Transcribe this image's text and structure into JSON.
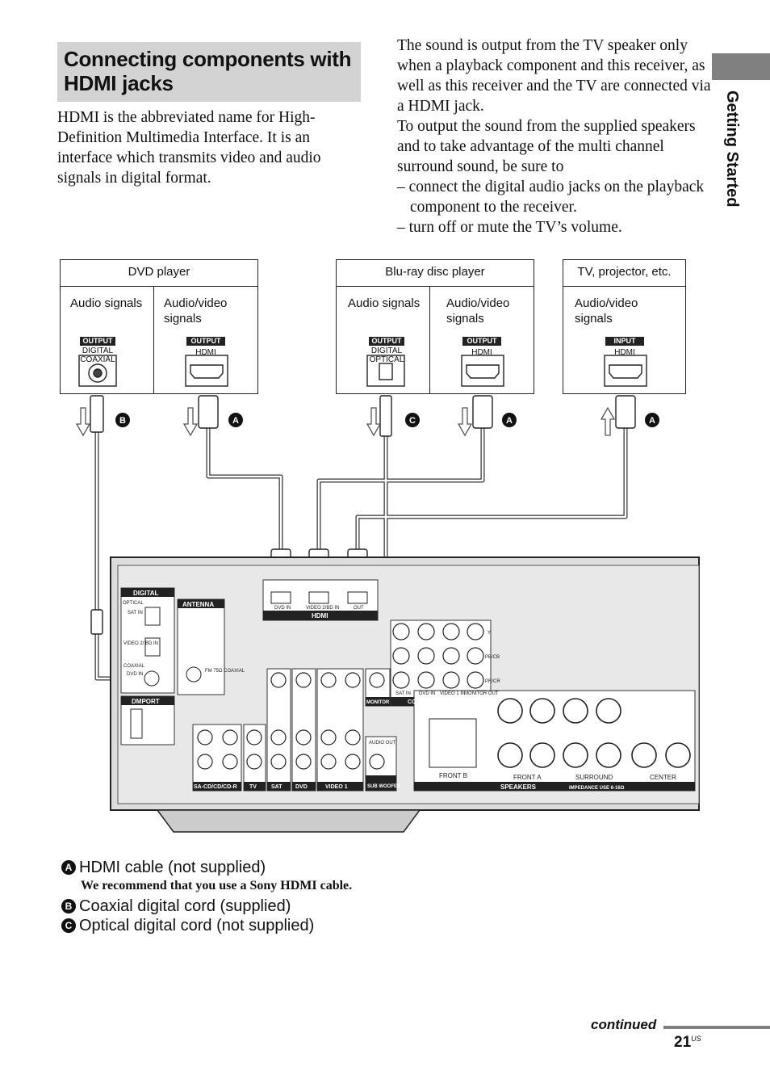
{
  "title": "Connecting components with HDMI jacks",
  "intro": "HDMI is the abbreviated name for High-Definition Multimedia Interface. It is an interface which transmits video and audio signals in digital format.",
  "right_para1": "The sound is output from the TV speaker only when a playback component and this receiver, as well as this receiver and the TV are connected via a HDMI jack.",
  "right_para2": "To output the sound from the supplied speakers and to take advantage of the multi channel surround sound, be sure to",
  "bullets": [
    "– connect the digital audio jacks on the playback component to the receiver.",
    "– turn off or mute the TV’s volume."
  ],
  "side_tab": "Getting Started",
  "devices": [
    {
      "name": "DVD player",
      "left_signal": "Audio signals",
      "right_signal": "Audio/video signals",
      "left_jack_label": "OUTPUT",
      "left_jack_text": "DIGITAL COAXIAL",
      "right_jack_label": "OUTPUT",
      "right_jack_text": "HDMI"
    },
    {
      "name": "Blu-ray disc player",
      "left_signal": "Audio signals",
      "right_signal": "Audio/video signals",
      "left_jack_label": "OUTPUT",
      "left_jack_text": "DIGITAL OPTICAL",
      "right_jack_label": "OUTPUT",
      "right_jack_text": "HDMI"
    },
    {
      "name": "TV, projector, etc.",
      "signal": "Audio/video signals",
      "jack_label": "INPUT",
      "jack_text": "HDMI"
    }
  ],
  "markers": [
    "B",
    "A",
    "C",
    "A",
    "A"
  ],
  "receiver": {
    "digital": "DIGITAL",
    "optical": "OPTICAL",
    "sat_in": "SAT IN",
    "video2_bd_in": "VIDEO 2/ BD IN",
    "coaxial": "COAXIAL",
    "dvd_in": "DVD IN",
    "antenna": "ANTENNA",
    "fm": "FM 75Ω COAXIAL",
    "dmport": "DMPORT",
    "hdmi": "HDMI",
    "hdmi_ports": [
      "DVD IN",
      "VIDEO 2/BD IN",
      "OUT"
    ],
    "component_video": "COMPONENT VIDEO",
    "component_rows": [
      "Y",
      "PB/CB",
      "PR/CR"
    ],
    "component_cols": [
      "SAT IN",
      "DVD IN",
      "VIDEO 1 IN",
      "MONITOR OUT"
    ],
    "bottom_groups": [
      "SA-CD/CD/CD-R",
      "TV",
      "SAT",
      "DVD",
      "VIDEO 1",
      "MONITOR",
      "SUB WOOFER"
    ],
    "speakers": "SPEAKERS",
    "front_b": "FRONT B",
    "front_a": "FRONT A",
    "surround": "SURROUND",
    "center": "CENTER",
    "impedance": "IMPEDANCE USE 6-16Ω",
    "audio_out": "AUDIO OUT"
  },
  "legend": [
    {
      "letter": "A",
      "text": "HDMI cable (not supplied)"
    },
    {
      "letter": "B",
      "text": "Coaxial digital cord (supplied)"
    },
    {
      "letter": "C",
      "text": "Optical digital cord (not supplied)"
    }
  ],
  "legend_note": "We recommend that you use a Sony HDMI cable.",
  "continued": "continued",
  "page_number": "21",
  "page_suffix": "US"
}
